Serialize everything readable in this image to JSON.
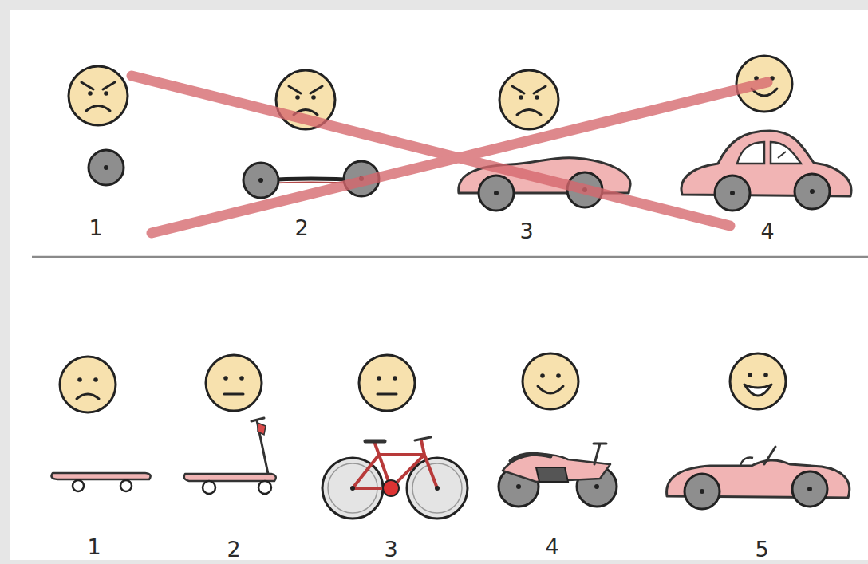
{
  "diagram": {
    "labels": [
      "1",
      "2",
      "3",
      "4",
      "1",
      "2",
      "3",
      "4",
      "5"
    ]
  }
}
